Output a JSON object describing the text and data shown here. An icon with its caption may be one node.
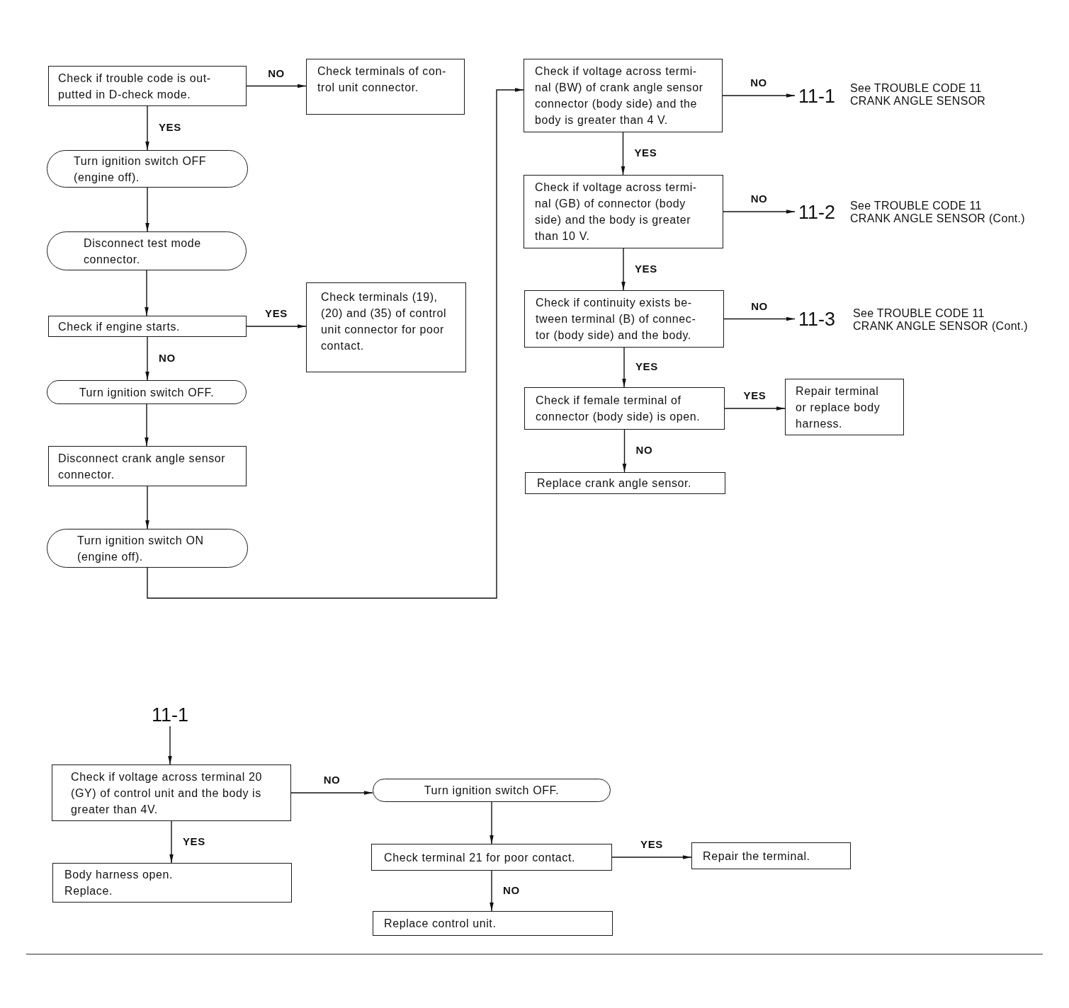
{
  "diagram": {
    "nodes": [
      {
        "text": [
          "Check if trouble code is out-putted in D-check mode."
        ]
      },
      {
        "text": [
          "Check terminals of con-trol unit connector."
        ]
      },
      {
        "text": [
          "Turn ignition switch OFF (engine off)."
        ]
      },
      {
        "text": [
          "Disconnect test mode connector."
        ]
      },
      {
        "text": [
          "Check if engine starts."
        ]
      },
      {
        "text": [
          "Check terminals (19), (20) and (35) of control unit connector for poor contact."
        ]
      },
      {
        "text": [
          "Turn ignition switch OFF."
        ]
      },
      {
        "text": [
          "Disconnect crank angle sensor connector."
        ]
      },
      {
        "text": [
          "Turn ignition switch ON (engine off)."
        ]
      },
      {
        "text": [
          "Check if voltage across termi-nal (BW) of crank angle sensor connector (body side) and the body is greater than 4 V."
        ]
      },
      {
        "text": [
          "11-1"
        ],
        "beside": [
          "See TROUBLE CODE 11",
          "CRANK ANGLE SENSOR"
        ]
      },
      {
        "text": [
          "Check if voltage across termi-nal (GB) of connector (body side) and the body is greater than 10 V."
        ]
      },
      {
        "text": [
          "11-2"
        ],
        "beside": [
          "See TROUBLE CODE 11",
          "CRANK ANGLE SENSOR (Cont.)"
        ]
      },
      {
        "text": [
          "Check if continuity exists be-tween terminal (B) of connec-tor (body side) and the body."
        ]
      },
      {
        "text": [
          "11-3"
        ],
        "beside": [
          "See TROUBLE CODE 11",
          "CRANK ANGLE SENSOR (Cont.)"
        ]
      },
      {
        "text": [
          "Check if female terminal of connector (body side) is open."
        ]
      },
      {
        "text": [
          "Repair terminal or replace body harness."
        ]
      },
      {
        "text": [
          "Replace crank angle sensor."
        ]
      },
      {
        "text": [
          "11-1"
        ]
      },
      {
        "text": [
          "Check if voltage across terminal 20 (GY) of control unit and the body is greater than 4V."
        ]
      },
      {
        "text": [
          "Body harness open.",
          "Replace."
        ]
      },
      {
        "text": [
          "Turn ignition switch OFF."
        ]
      },
      {
        "text": [
          "Check terminal 21 for poor contact."
        ]
      },
      {
        "text": [
          "Repair the terminal."
        ]
      },
      {
        "text": [
          "Replace control unit."
        ]
      }
    ],
    "edges": [
      {
        "from": 0,
        "to": 1,
        "arrow": "to",
        "label": "NO"
      },
      {
        "from": 0,
        "to": 2,
        "arrow": "to",
        "label": "YES"
      },
      {
        "from": 2,
        "to": 3,
        "arrow": "to"
      },
      {
        "from": 3,
        "to": 4,
        "arrow": "to"
      },
      {
        "from": 4,
        "to": 5,
        "arrow": "to",
        "label": "YES"
      },
      {
        "from": 4,
        "to": 6,
        "arrow": "to",
        "label": "NO"
      },
      {
        "from": 6,
        "to": 7,
        "arrow": "to"
      },
      {
        "from": 7,
        "to": 8,
        "arrow": "to"
      },
      {
        "from": 8,
        "to": 9,
        "arrow": "to"
      },
      {
        "from": 9,
        "to": 10,
        "arrow": "to",
        "label": "NO"
      },
      {
        "from": 9,
        "to": 11,
        "arrow": "to",
        "label": "YES"
      },
      {
        "from": 11,
        "to": 12,
        "arrow": "to",
        "label": "NO"
      },
      {
        "from": 11,
        "to": 13,
        "arrow": "to",
        "label": "YES"
      },
      {
        "from": 13,
        "to": 14,
        "arrow": "to",
        "label": "NO"
      },
      {
        "from": 13,
        "to": 15,
        "arrow": "to",
        "label": "YES"
      },
      {
        "from": 15,
        "to": 16,
        "arrow": "to",
        "label": "YES"
      },
      {
        "from": 15,
        "to": 17,
        "arrow": "to",
        "label": "NO"
      },
      {
        "from": 18,
        "to": 19,
        "arrow": "to"
      },
      {
        "from": 19,
        "to": 21,
        "arrow": "to",
        "label": "NO"
      },
      {
        "from": 19,
        "to": 20,
        "arrow": "to",
        "label": "YES"
      },
      {
        "from": 21,
        "to": 22,
        "arrow": "to"
      },
      {
        "from": 22,
        "to": 23,
        "arrow": "to",
        "label": "YES"
      },
      {
        "from": 22,
        "to": 24,
        "arrow": "to",
        "label": "NO"
      }
    ]
  }
}
